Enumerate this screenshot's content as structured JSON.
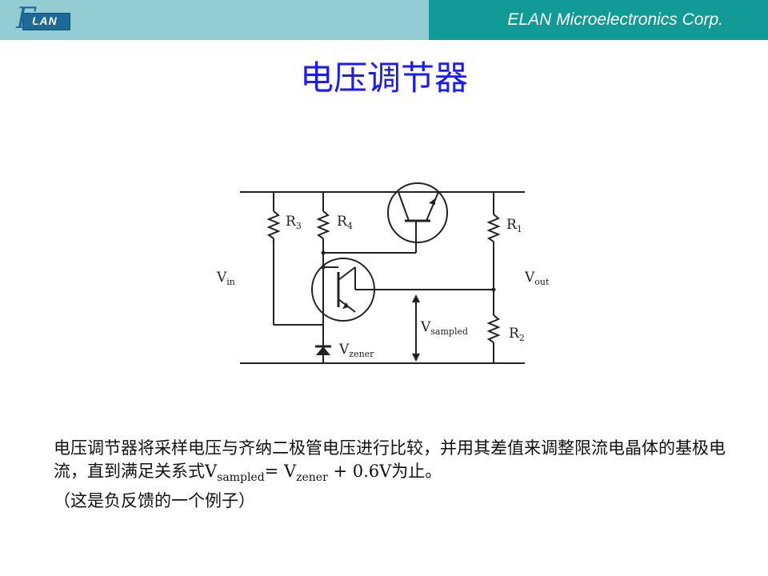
{
  "header": {
    "logo_mark": "E",
    "logo_text": "LAN",
    "company": "ELAN Microelectronics Corp."
  },
  "title": "电压调节器",
  "circuit": {
    "labels": {
      "vin_main": "V",
      "vin_sub": "in",
      "vout_main": "V",
      "vout_sub": "out",
      "vsampled_main": "V",
      "vsampled_sub": "sampled",
      "vzener_main": "V",
      "vzener_sub": "zener",
      "r1_main": "R",
      "r1_sub": "1",
      "r2_main": "R",
      "r2_sub": "2",
      "r3_main": "R",
      "r3_sub": "3",
      "r4_main": "R",
      "r4_sub": "4"
    }
  },
  "body": {
    "part1": "电压调节器将采样电压与齐纳二极管电压进行比较，并用其差值来调整限流电晶体的基极电流，直到满足关系式V",
    "sub1": "sampled",
    "part2": "= V",
    "sub2": "zener",
    "part3": " + 0.6V为止。",
    "note": "（这是负反馈的一个例子）"
  }
}
